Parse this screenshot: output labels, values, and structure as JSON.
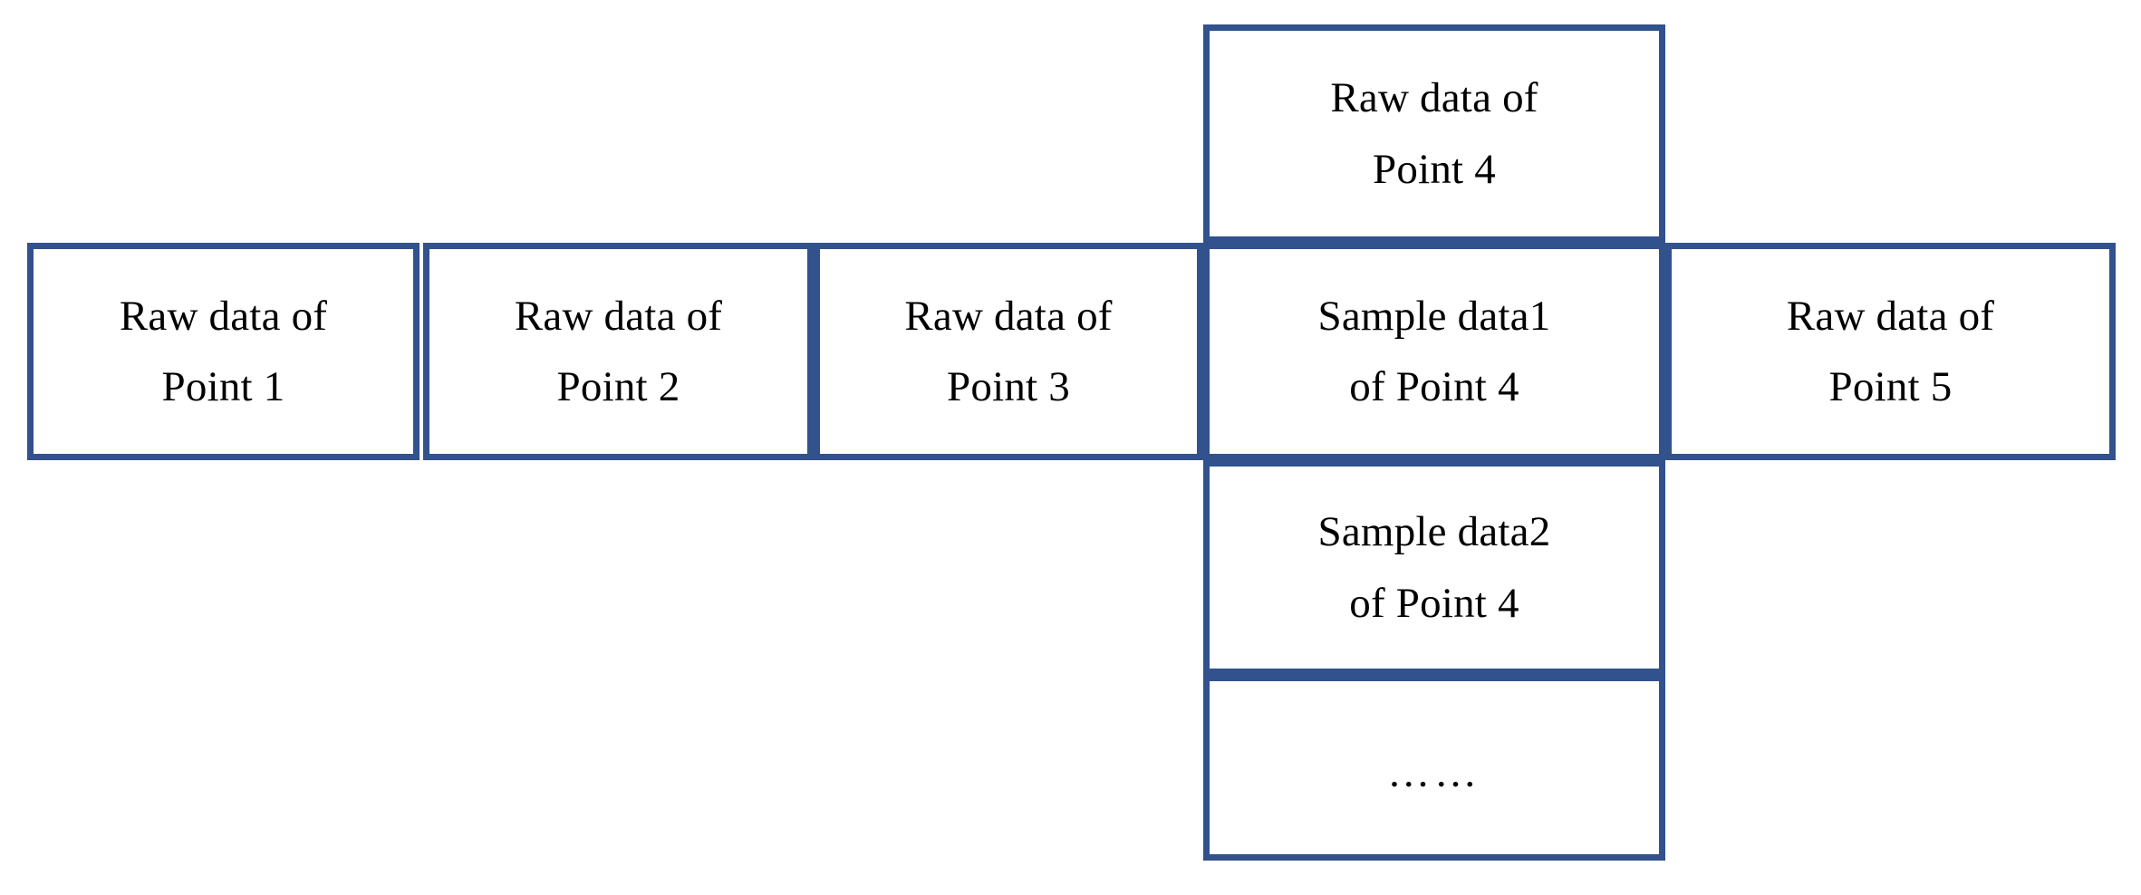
{
  "diagram": {
    "type": "cross-shaped-block-layout",
    "border_color": "#31528c",
    "background_color": "#ffffff",
    "text_color": "#000000",
    "horizontal_row": [
      {
        "id": "point-1",
        "label": "Raw data of\nPoint 1"
      },
      {
        "id": "point-2",
        "label": "Raw data of\nPoint 2"
      },
      {
        "id": "point-3",
        "label": "Raw data of\nPoint 3"
      },
      {
        "id": "sample-data-1",
        "label": "Sample  data1\nof Point 4"
      },
      {
        "id": "point-5",
        "label": "Raw data of\nPoint 5"
      }
    ],
    "vertical_column": [
      {
        "id": "point-4-raw",
        "label": "Raw data of\nPoint 4"
      },
      {
        "id": "sample-data-1-center",
        "label": "Sample  data1\nof Point 4"
      },
      {
        "id": "sample-data-2",
        "label": "Sample  data2\nof Point 4"
      },
      {
        "id": "more-ellipsis",
        "label": "……"
      }
    ]
  }
}
